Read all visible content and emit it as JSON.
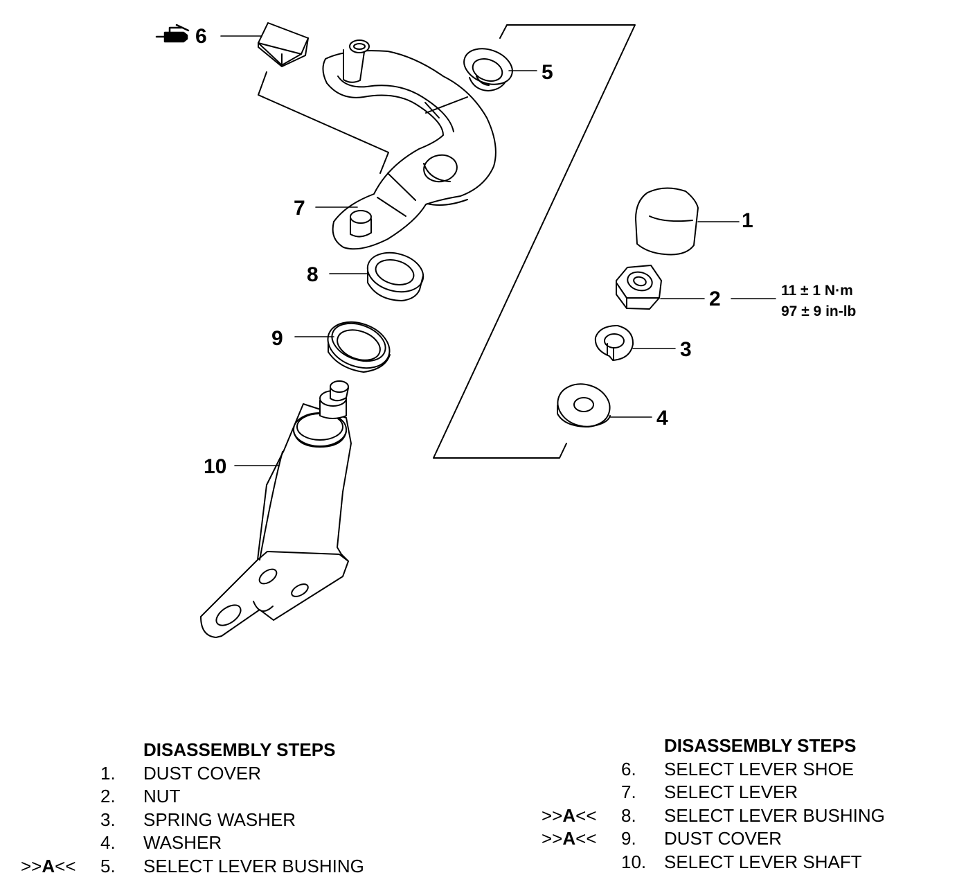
{
  "callouts": {
    "c1": "1",
    "c2": "2",
    "c3": "3",
    "c4": "4",
    "c5": "5",
    "c6": "6",
    "c7": "7",
    "c8": "8",
    "c9": "9",
    "c10": "10"
  },
  "torque": {
    "metric": "11 ± 1 N·m",
    "imperial": "97 ± 9 in-lb"
  },
  "icons": {
    "lubricant": "grease-gun-icon"
  },
  "steps_left": {
    "heading": "DISASSEMBLY STEPS",
    "items": [
      {
        "mark_left": "",
        "mark_mid": "",
        "mark_right": "",
        "num": "1.",
        "name": "DUST COVER"
      },
      {
        "mark_left": "",
        "mark_mid": "",
        "mark_right": "",
        "num": "2.",
        "name": "NUT"
      },
      {
        "mark_left": "",
        "mark_mid": "",
        "mark_right": "",
        "num": "3.",
        "name": "SPRING WASHER"
      },
      {
        "mark_left": "",
        "mark_mid": "",
        "mark_right": "",
        "num": "4.",
        "name": "WASHER"
      },
      {
        "mark_left": ">>",
        "mark_mid": "A",
        "mark_right": "<<",
        "num": "5.",
        "name": "SELECT LEVER BUSHING"
      }
    ]
  },
  "steps_right": {
    "heading": "DISASSEMBLY STEPS",
    "items": [
      {
        "mark_left": "",
        "mark_mid": "",
        "mark_right": "",
        "num": "6.",
        "name": "SELECT LEVER SHOE"
      },
      {
        "mark_left": "",
        "mark_mid": "",
        "mark_right": "",
        "num": "7.",
        "name": "SELECT LEVER"
      },
      {
        "mark_left": ">>",
        "mark_mid": "A",
        "mark_right": "<<",
        "num": "8.",
        "name": "SELECT LEVER BUSHING"
      },
      {
        "mark_left": ">>",
        "mark_mid": "A",
        "mark_right": "<<",
        "num": "9.",
        "name": "DUST COVER"
      },
      {
        "mark_left": "",
        "mark_mid": "",
        "mark_right": "",
        "num": "10.",
        "name": "SELECT LEVER SHAFT"
      }
    ]
  }
}
